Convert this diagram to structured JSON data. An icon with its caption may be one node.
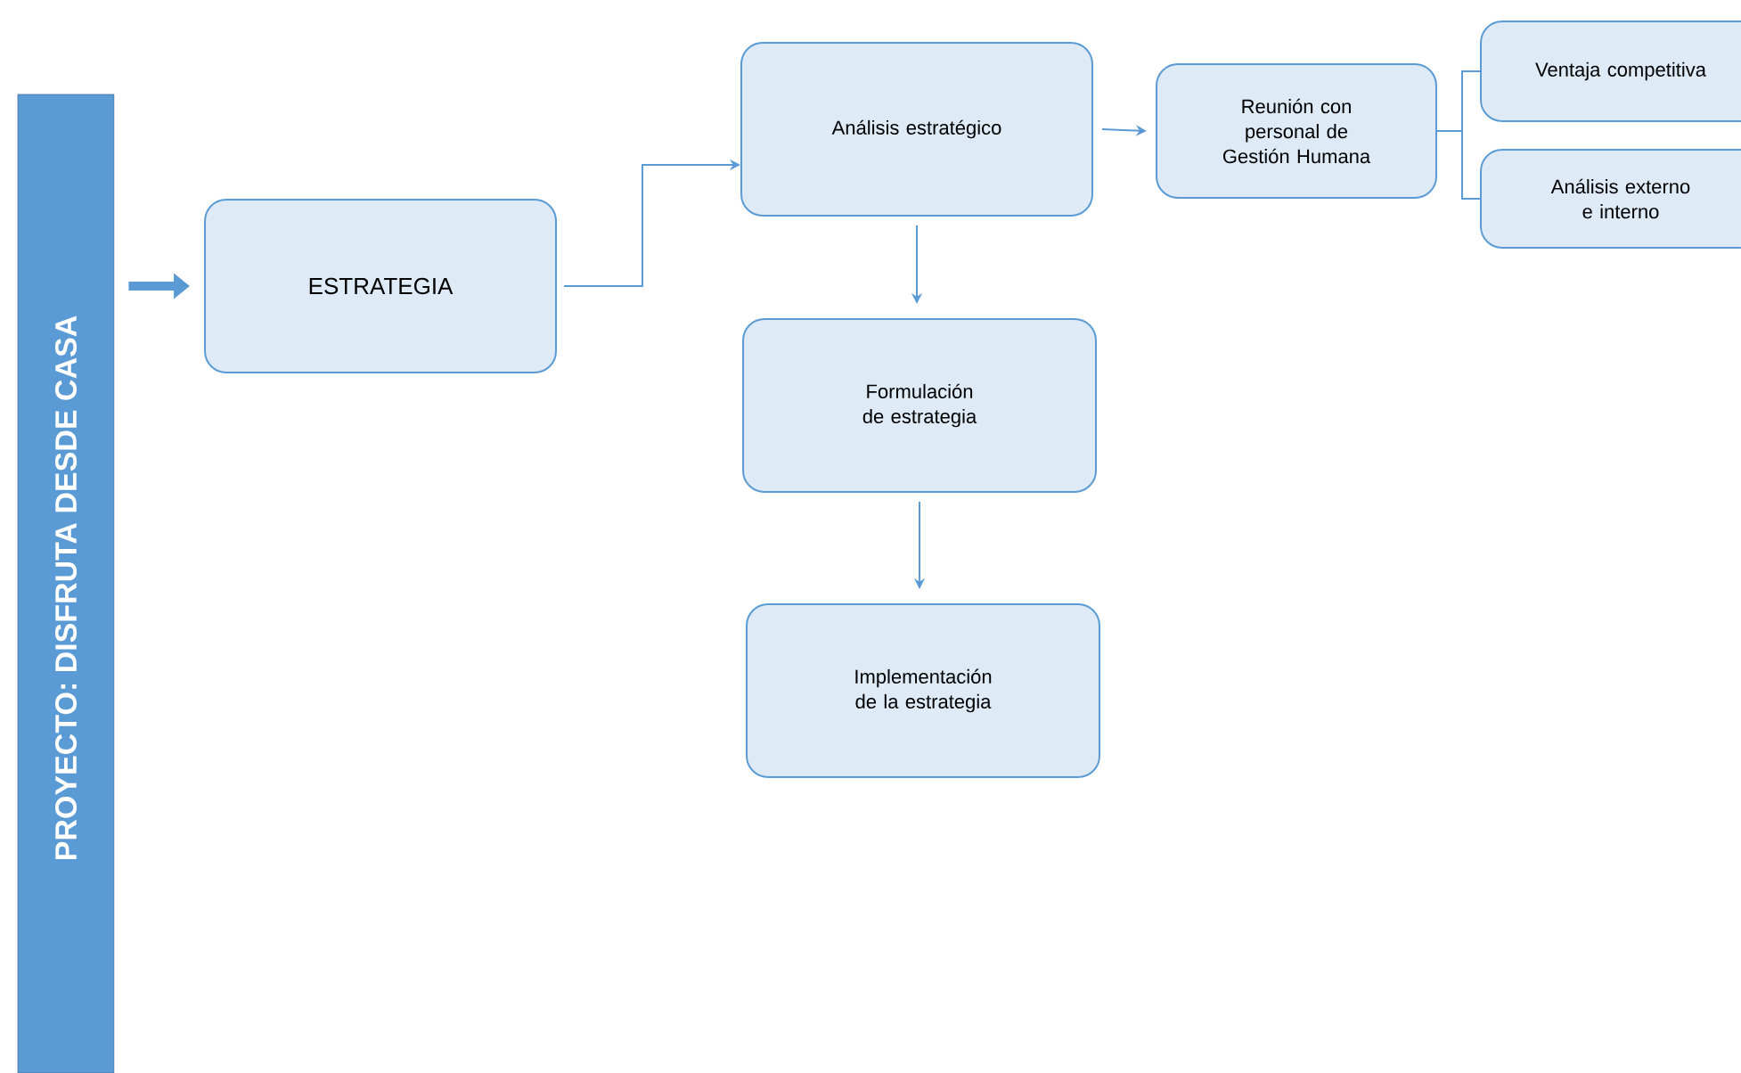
{
  "diagram": {
    "nodes": [
      {
        "text": [
          "PROYECTO: DISFRUTA DESDE CASA"
        ]
      },
      {
        "text": [
          "ESTRATEGIA"
        ]
      },
      {
        "text": [
          "Análisis estratégico"
        ]
      },
      {
        "text": [
          "Reunión con personal de Gestión Humana"
        ]
      },
      {
        "text": [
          "Ventaja competitiva"
        ]
      },
      {
        "text": [
          "Análisis externo e interno"
        ]
      },
      {
        "text": [
          "Formulación de estrategia"
        ]
      },
      {
        "text": [
          "Implementación de la estrategia"
        ]
      }
    ],
    "edges": [
      {
        "from": 0,
        "to": 1,
        "arrow": "to",
        "style": "thick"
      },
      {
        "from": 1,
        "to": 2,
        "arrow": "to"
      },
      {
        "from": 2,
        "to": 3,
        "arrow": "to"
      },
      {
        "from": 3,
        "to": 4,
        "arrow": "none"
      },
      {
        "from": 3,
        "to": 5,
        "arrow": "none"
      },
      {
        "from": 2,
        "to": 6,
        "arrow": "to"
      },
      {
        "from": 6,
        "to": 7,
        "arrow": "to"
      }
    ]
  }
}
